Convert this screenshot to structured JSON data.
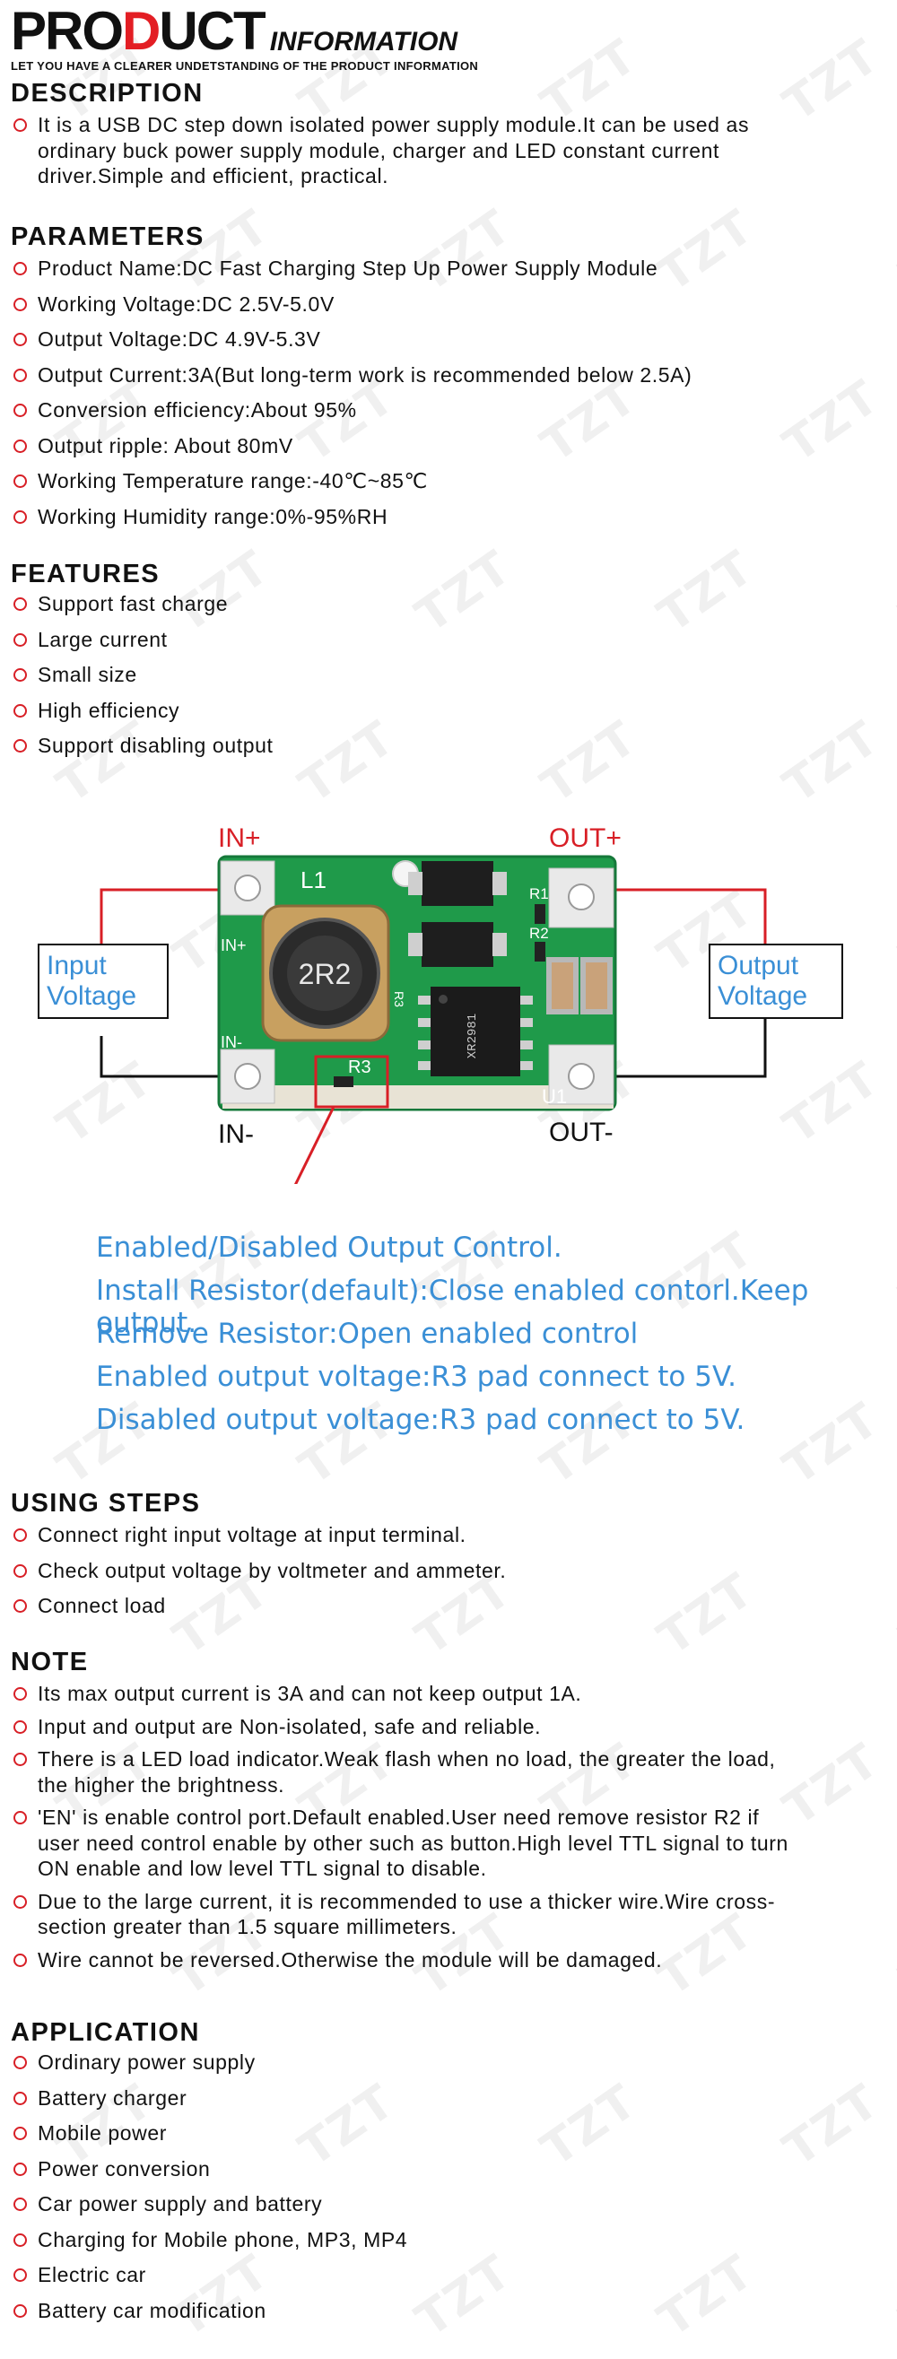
{
  "header": {
    "product_black1": "PRO",
    "product_red": "D",
    "product_black2": "UCT",
    "information": "INFORMATION",
    "subtitle": "LET YOU HAVE A CLEARER UNDETSTANDING OF THE PRODUCT INFORMATION"
  },
  "watermark": "TZT",
  "description": {
    "title": "DESCRIPTION",
    "items": [
      "It is a USB DC step down isolated power supply module.It can be used as ordinary buck power supply module, charger and LED constant current driver.Simple and efficient, practical."
    ]
  },
  "parameters": {
    "title": "PARAMETERS",
    "items": [
      "Product Name:DC Fast Charging Step Up Power Supply Module",
      "Working Voltage:DC 2.5V-5.0V",
      "Output Voltage:DC 4.9V-5.3V",
      "Output Current:3A(But long-term work is recommended below 2.5A)",
      "Conversion efficiency:About 95%",
      "Output ripple: About 80mV",
      "Working Temperature range:-40℃~85℃",
      "Working Humidity range:0%-95%RH"
    ]
  },
  "features": {
    "title": "FEATURES",
    "items": [
      "Support fast charge",
      "Large current",
      "Small size",
      "High efficiency",
      "Support disabling output"
    ]
  },
  "diagram": {
    "in_plus": "IN+",
    "in_minus": "IN-",
    "out_plus": "OUT+",
    "out_minus": "OUT-",
    "input_box": [
      "Input",
      "Voltage"
    ],
    "output_box": [
      "Output",
      "Voltage"
    ],
    "inductor_label": "2R2",
    "board_l1": "L1",
    "board_r1": "R1",
    "board_r2": "R2",
    "board_r3": "R3",
    "board_u1": "U1",
    "board_inp": "IN+",
    "board_inm": "IN-",
    "chip_text": "XR2981",
    "notes": [
      "Enabled/Disabled Output Control.",
      "Install Resistor(default):Close enabled contorl.Keep output.",
      "Remove Resistor:Open enabled control",
      "Enabled output voltage:R3 pad connect to 5V.",
      "Disabled output voltage:R3 pad connect to 5V."
    ],
    "colors": {
      "red": "#d81f26",
      "blue": "#3a8fd6",
      "pcb": "#1f9a4a"
    }
  },
  "using_steps": {
    "title": "USING STEPS",
    "items": [
      "Connect right input voltage at input terminal.",
      "Check output voltage by voltmeter and ammeter.",
      "Connect load"
    ]
  },
  "note": {
    "title": "NOTE",
    "items": [
      "Its max output current is 3A and can not keep output 1A.",
      "Input and output are Non-isolated, safe and reliable.",
      "There is a LED load indicator.Weak flash when no load, the greater the load, the higher the brightness.",
      "'EN' is enable control port.Default enabled.User need remove resistor R2 if user need control enable by other such as button.High level TTL signal to turn ON enable and low level TTL signal to disable.",
      "Due to the large current, it is recommended to use a thicker wire.Wire cross-section greater than 1.5 square millimeters.",
      "Wire cannot be reversed.Otherwise the module will be damaged."
    ]
  },
  "application": {
    "title": "APPLICATION",
    "items": [
      "Ordinary power supply",
      "Battery charger",
      "Mobile power",
      "Power conversion",
      "Car power supply and battery",
      "Charging for Mobile phone, MP3, MP4",
      "Electric car",
      "Battery car modification"
    ]
  }
}
